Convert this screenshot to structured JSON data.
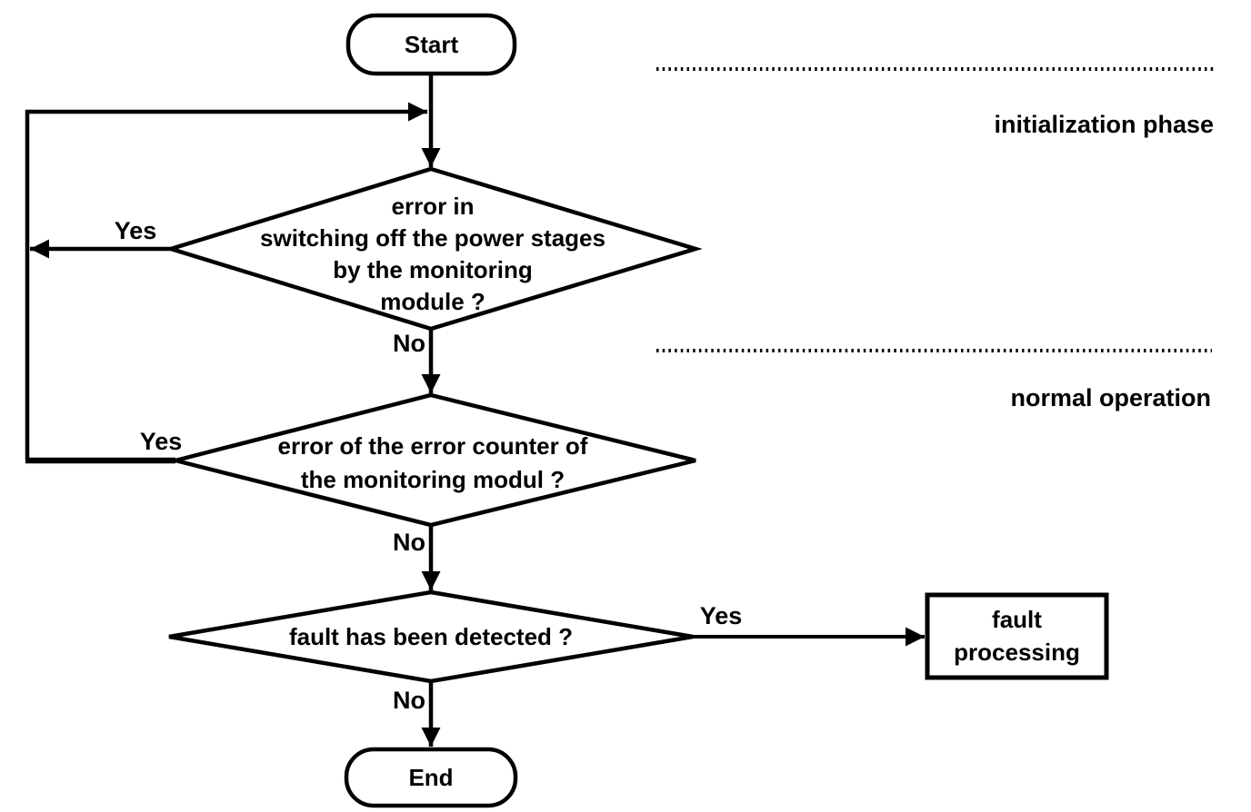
{
  "figure": {
    "background": "#ffffff",
    "ink": "#000000"
  },
  "nodes": {
    "start": {
      "label": "Start"
    },
    "decision_power_stages": {
      "lines": [
        "error in",
        "switching off the power stages",
        "by the monitoring",
        "module ?"
      ]
    },
    "decision_error_counter": {
      "lines": [
        "error of the error counter of",
        "the monitoring modul ?"
      ]
    },
    "decision_fault_detected": {
      "label": "fault has been detected ?"
    },
    "fault_processing": {
      "lines": [
        "fault",
        "processing"
      ]
    },
    "end": {
      "label": "End"
    }
  },
  "edge_labels": {
    "decision1_yes": "Yes",
    "decision1_no": "No",
    "decision2_yes": "Yes",
    "decision2_no": "No",
    "decision3_yes": "Yes",
    "decision3_no": "No"
  },
  "phase_annotations": {
    "initialization": "initialization phase",
    "normal": "normal operation"
  }
}
